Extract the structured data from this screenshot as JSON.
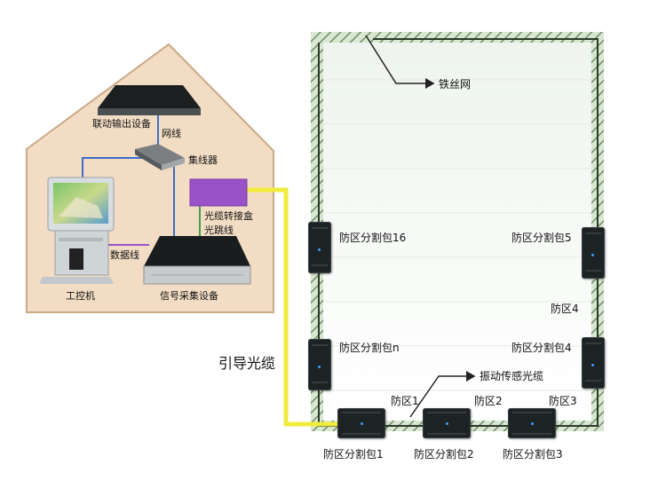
{
  "colors": {
    "house_fill": "#f2ddc4",
    "house_stroke": "#caa987",
    "yellow_cable": "#f1ec3b",
    "purple_box": "#9a52c8",
    "fence": "#9bb78f",
    "blue_wire": "#3b6ec8"
  },
  "house": {
    "linkage_device": "联动输出设备",
    "network_cable": "网线",
    "hub": "集线器",
    "junction_box": "光缆转接盒",
    "jumper": "光跳线",
    "data_cable": "数据线",
    "ipc": "工控机",
    "signal_device": "信号采集设备"
  },
  "lead_cable": "引导光缆",
  "fence": {
    "wire_mesh": "铁丝网",
    "vibration_cable": "振动传感光缆"
  },
  "packages": {
    "p16": "防区分割包16",
    "p5": "防区分割包5",
    "pn": "防区分割包n",
    "p4": "防区分割包4",
    "p1": "防区分割包1",
    "p2": "防区分割包2",
    "p3": "防区分割包3"
  },
  "zones": {
    "z1": "防区1",
    "z2": "防区2",
    "z3": "防区3",
    "z4": "防区4"
  },
  "icons": [
    "arrow-icon",
    "computer-icon",
    "server-box-icon",
    "hub-icon",
    "sensor-package-icon"
  ]
}
